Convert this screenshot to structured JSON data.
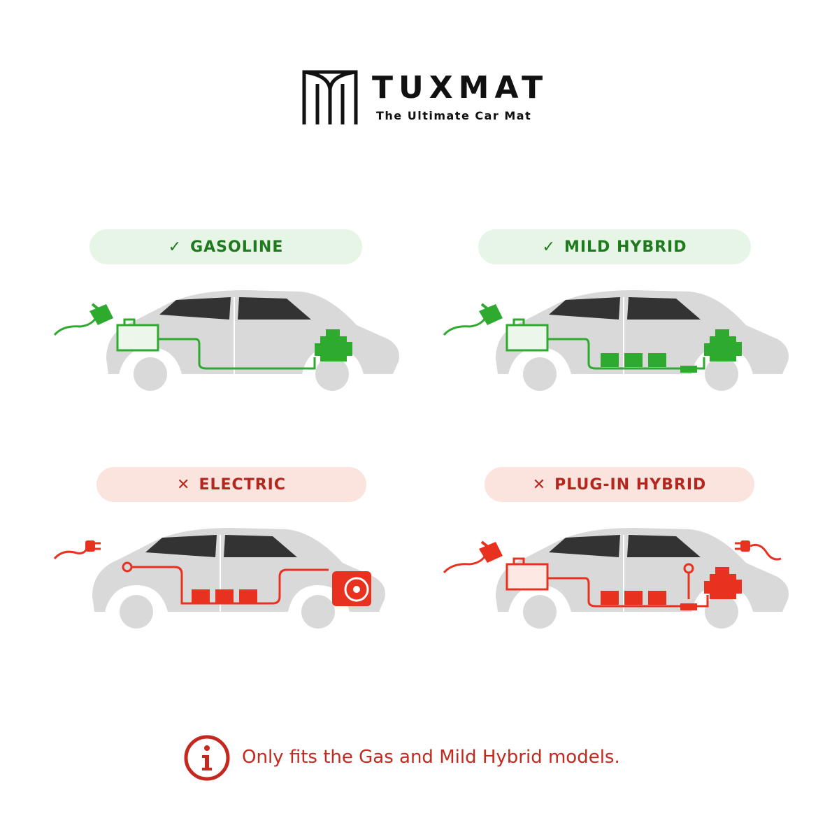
{
  "brand": {
    "name": "TUXMAT",
    "tagline": "The Ultimate Car Mat",
    "logo_icon": "tuxmat-logo-icon"
  },
  "categories": [
    {
      "label": "GASOLINE",
      "status": "fits",
      "status_icon": "check-icon",
      "mark": "✓",
      "color": "#2eaa2e"
    },
    {
      "label": "MILD HYBRID",
      "status": "fits",
      "status_icon": "check-icon",
      "mark": "✓",
      "color": "#2eaa2e"
    },
    {
      "label": "ELECTRIC",
      "status": "does-not-fit",
      "status_icon": "cross-icon",
      "mark": "✕",
      "color": "#e8321f"
    },
    {
      "label": "PLUG-IN HYBRID",
      "status": "does-not-fit",
      "status_icon": "cross-icon",
      "mark": "✕",
      "color": "#e8321f"
    }
  ],
  "note": {
    "icon": "info-icon",
    "text": "Only fits the Gas and Mild Hybrid models."
  },
  "colors": {
    "fits": "#2eaa2e",
    "fits_bg": "#e6f5e6",
    "no_fit": "#e8321f",
    "no_fit_bg": "#fbe4de",
    "car_body": "#d9d9d9"
  }
}
